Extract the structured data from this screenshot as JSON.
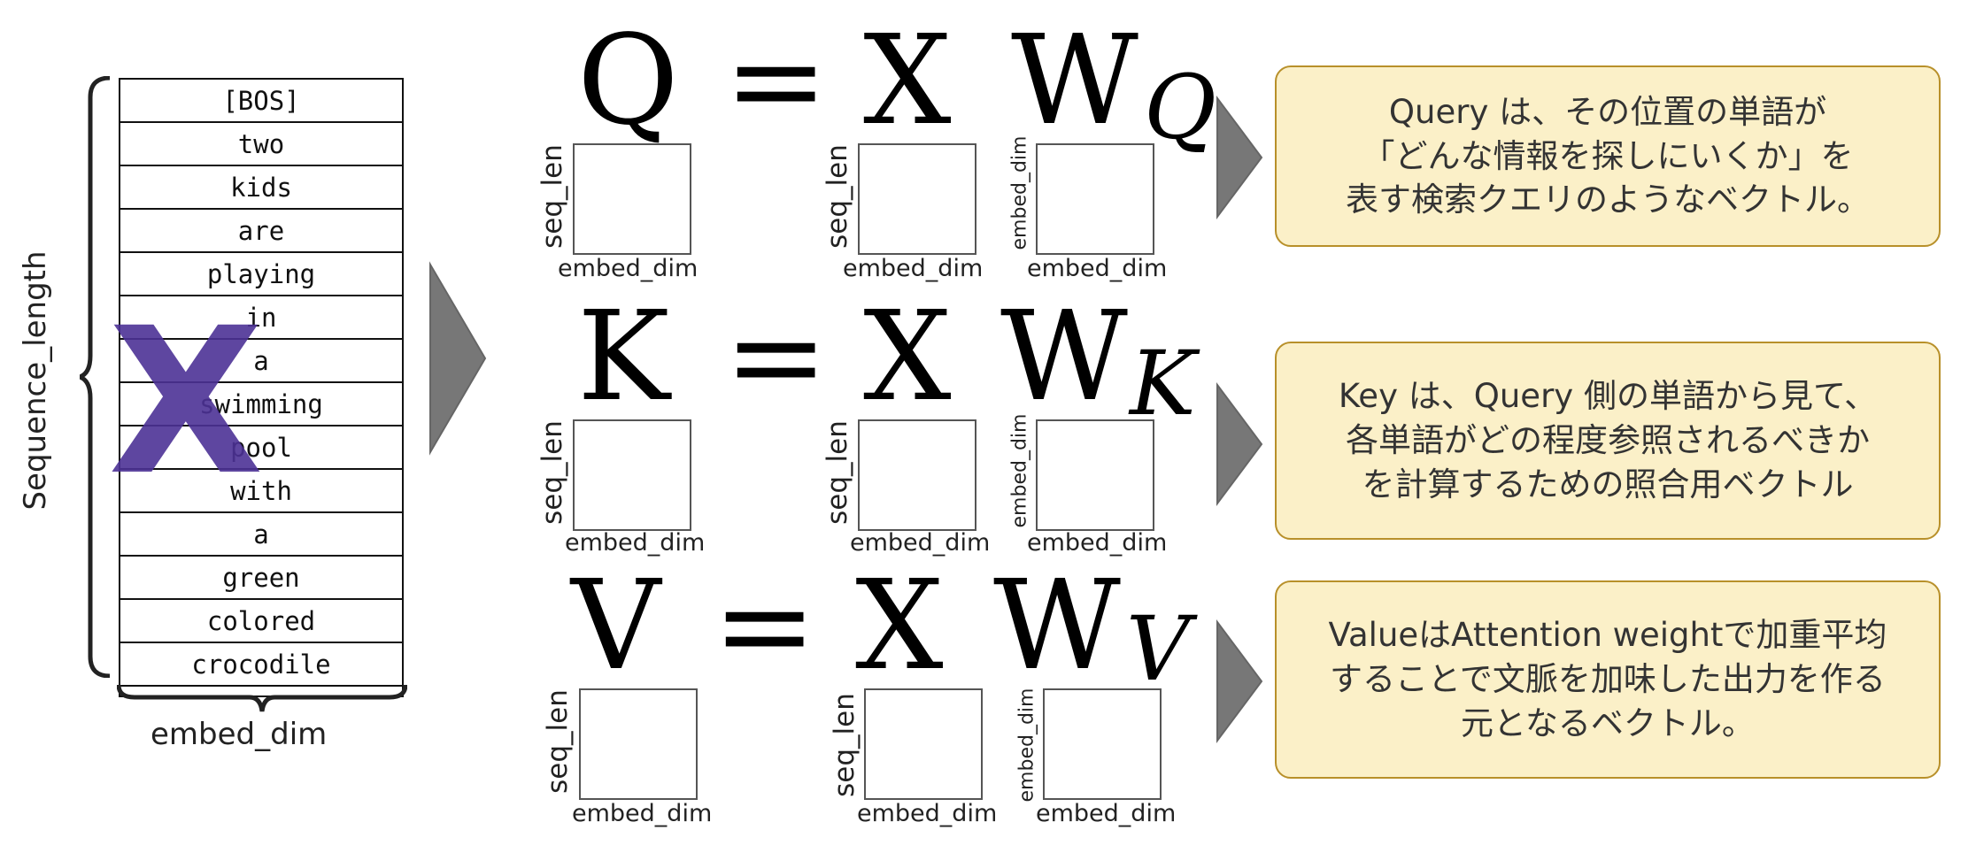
{
  "tokens": [
    "[BOS]",
    "two",
    "kids",
    "are",
    "playing",
    "in",
    "a",
    "swimming",
    "pool",
    "with",
    "a",
    "green",
    "colored",
    "crocodile"
  ],
  "input_symbol": "X",
  "labels": {
    "sequence_length": "Sequence_length",
    "embed_dim": "embed_dim",
    "seq_len": "seq_len"
  },
  "equations": [
    {
      "lhs": "Q",
      "eq": "=",
      "x": "X",
      "w": "W",
      "sub": "Q"
    },
    {
      "lhs": "K",
      "eq": "=",
      "x": "X",
      "w": "W",
      "sub": "K"
    },
    {
      "lhs": "V",
      "eq": "=",
      "x": "X",
      "w": "W",
      "sub": "V"
    }
  ],
  "callouts": [
    {
      "lines": [
        "Query は、その位置の単語が",
        "「どんな情報を探しにいくか」を",
        "表す検索クエリのようなベクトル。"
      ]
    },
    {
      "lines": [
        "Key は、Query 側の単語から見て、",
        "各単語がどの程度参照されるべきか",
        "を計算するための照合用ベクトル"
      ]
    },
    {
      "lines": [
        "ValueはAttention weightで加重平均",
        "することで文脈を加味した出力を作る",
        "元となるベクトル。"
      ]
    }
  ],
  "colors": {
    "x_mark": "#4c3296",
    "arrow": "#777777",
    "callout_fill": "#fbf0c8",
    "callout_border": "#b8902a"
  }
}
